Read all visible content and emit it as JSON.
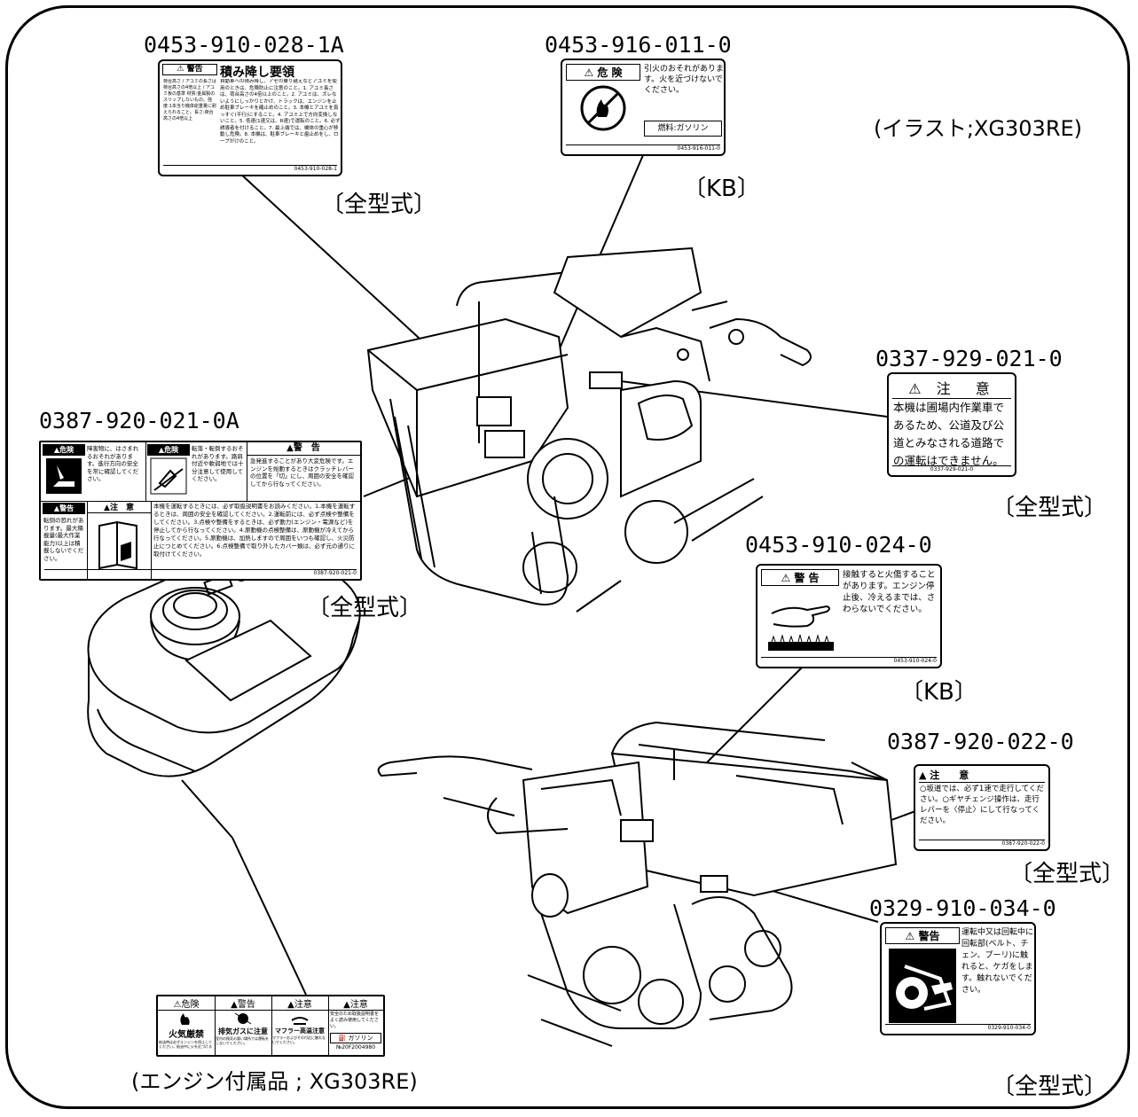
{
  "part_numbers": {
    "a": "0453-910-028-1A",
    "b": "0453-916-011-0",
    "c": "0337-929-021-0",
    "d": "0387-920-021-0A",
    "e": "0453-910-024-0",
    "f": "0387-920-022-0",
    "g": "0329-910-034-0"
  },
  "applicability": {
    "all": "〔全型式〕",
    "kb": "〔KB〕"
  },
  "notes": {
    "illustration": "(イラスト;XG303RE)",
    "engine": "(エンジン付属品 ; XG303RE)"
  },
  "labels": {
    "a": {
      "header": "⚠ 警告",
      "title": "積み降し要領",
      "body": "自動車への積み降し、アゼの乗り越えなどアユミを使用のときは、危険防止に注意のこと。1. アユミ長さは、荷台高さの4倍以上のこと。2. アユミは、ズレないようにしっかりとかけ、トラックは、エンジンを止め駐車ブレーキを確止めのこと。3. 本機とアユミを真っすぐ(平行)にすること。4. アユミ上で方向変換しないこと。5. 低速(1速又は、R速)で運転のこと。6. 必ず誘導者を付けること。7. 最上端では、機体の重心が移動し危険。8. 本機は、駐車ブレーキと歯止めをし、ロープがけのこと。",
      "left": "荷台高さ / アユミの長さは荷台高さの4倍以上 / アユミ板の基準 材質:金属製のスリップしないもの。強度:1本当り機体総重量に耐えられること。長さ:荷台高さの4倍以上",
      "code": "0453-910-028-1"
    },
    "b": {
      "header": "⚠ 危 険",
      "body": "引火のおそれがあります。火を近づけないでください。",
      "fuel": "燃料:ガソリン",
      "code": "0453-916-011-0"
    },
    "c": {
      "header": "⚠ 注　意",
      "body": "本機は圃場内作業車であるため、公道及び公道とみなされる道路での運転はできません。",
      "code": "0337-929-021-0"
    },
    "d": {
      "h1": "▲危険",
      "b1": "障害物に、はさまれるおそれがあります。進行方向の安全を常に確認してください。",
      "h2": "▲危険",
      "b2": "転落・転倒するおそれがあります。路肩付近や軟弱地では十分注意して使用してください。",
      "h3": "▲警　告",
      "b3": "急発進することがあり大変危険です。エンジンを始動するときはクラッチレバーの位置を「切」にし、周囲の安全を確認してから行なってください。",
      "h4": "▲警告",
      "b4": "転倒の恐れがあります。最大積載量(最大作業能力)以上は積載しないでください。",
      "h5": "▲注　意",
      "b5": "本機を運転するときには、必ず取扱説明書をお読みください。1.本機を運転するときは、周囲の安全を確認してください。2.運転前には、必ず点検や整備をしてください。3.点検や整備をするときは、必ず動力(エンジン・電源など)を停止してから行なってください。4.原動機の点検整備は、原動機が冷えてから行なってください。5.原動機は、加熱しますので周囲をいつも確認し、火災防止につとめてください。6.点検整備で取り外したカバー類は、必ず元の通りに取付けてください。",
      "code": "0387-920-021-0"
    },
    "e": {
      "header": "⚠ 警 告",
      "body": "接触すると火傷することがあります。エンジン停止後、冷えるまでは、さわらないでください。",
      "code": "0453-910-024-0"
    },
    "f": {
      "header": "▲ 注　　意",
      "body": "○坂道では、必ず1速で走行してください。○ギヤチェンジ操作は、走行レバーを〈停止〉にして行なってください。",
      "code": "0387-920-022-0"
    },
    "g": {
      "header": "⚠ 警告",
      "body": "運転中又は回転中に回転部(ベルト、チェン、プーリ)に触れると、ケガをします。触れないでください。",
      "code": "0329-910-034-0"
    },
    "h": {
      "h1": "⚠危険",
      "h2": "▲警告",
      "h3": "▲注意",
      "h4": "▲注意",
      "t1": "火気厳禁",
      "t2": "排気ガスに注意",
      "t3": "マフラー高温注意",
      "t4": "安全のため取扱説明書をよく読み使用してください。",
      "s1": "給油時は必ずエンジンを停止してください。給油中に火を近づけると火災の危険があります。",
      "s2": "室内の換気の悪い場所では運転をしないでください。",
      "s3": "マフラーおよびその付近に触れないでください。",
      "fuel": "⛽ ガソリン",
      "code": "№20F2004980"
    }
  }
}
